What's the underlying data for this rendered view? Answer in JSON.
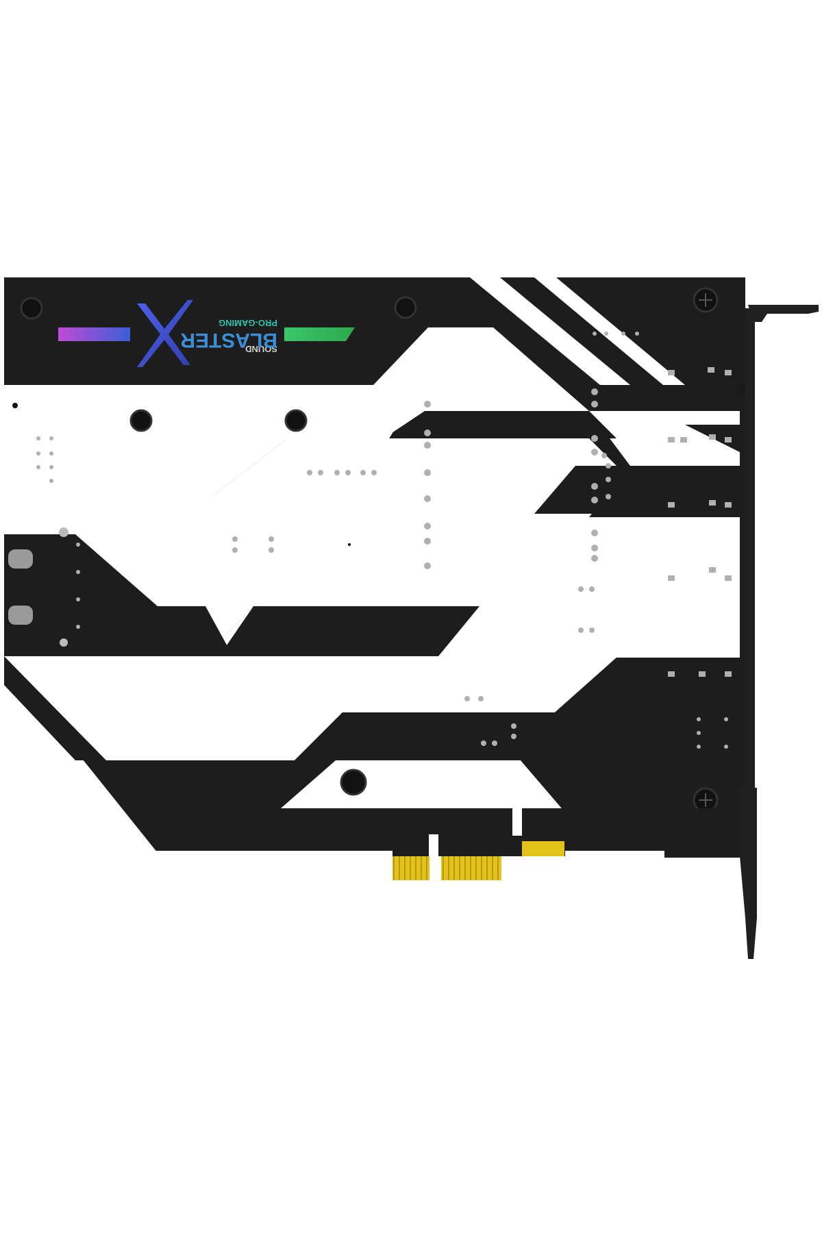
{
  "product": {
    "logo_line_top": "SOUND",
    "logo_line_main": "BLASTER",
    "logo_mark": "X",
    "logo_line_sub": "PRO-GAMING"
  },
  "colors": {
    "pcb_black": "#1d1d1d",
    "pcb_white": "#ffffff",
    "gold_fingers": "#e3c31a",
    "bracket": "#202020",
    "logo_blue": "#3b4fd8",
    "logo_green": "#45c45a",
    "bar_left_start": "#c04bd6",
    "bar_left_end": "#3c5fd8",
    "bar_right_start": "#3ac66a",
    "bar_right_end": "#2ea84d"
  },
  "icons": {
    "screw": "screw-icon",
    "connector": "connector-icon",
    "component": "smd-component-icon"
  }
}
